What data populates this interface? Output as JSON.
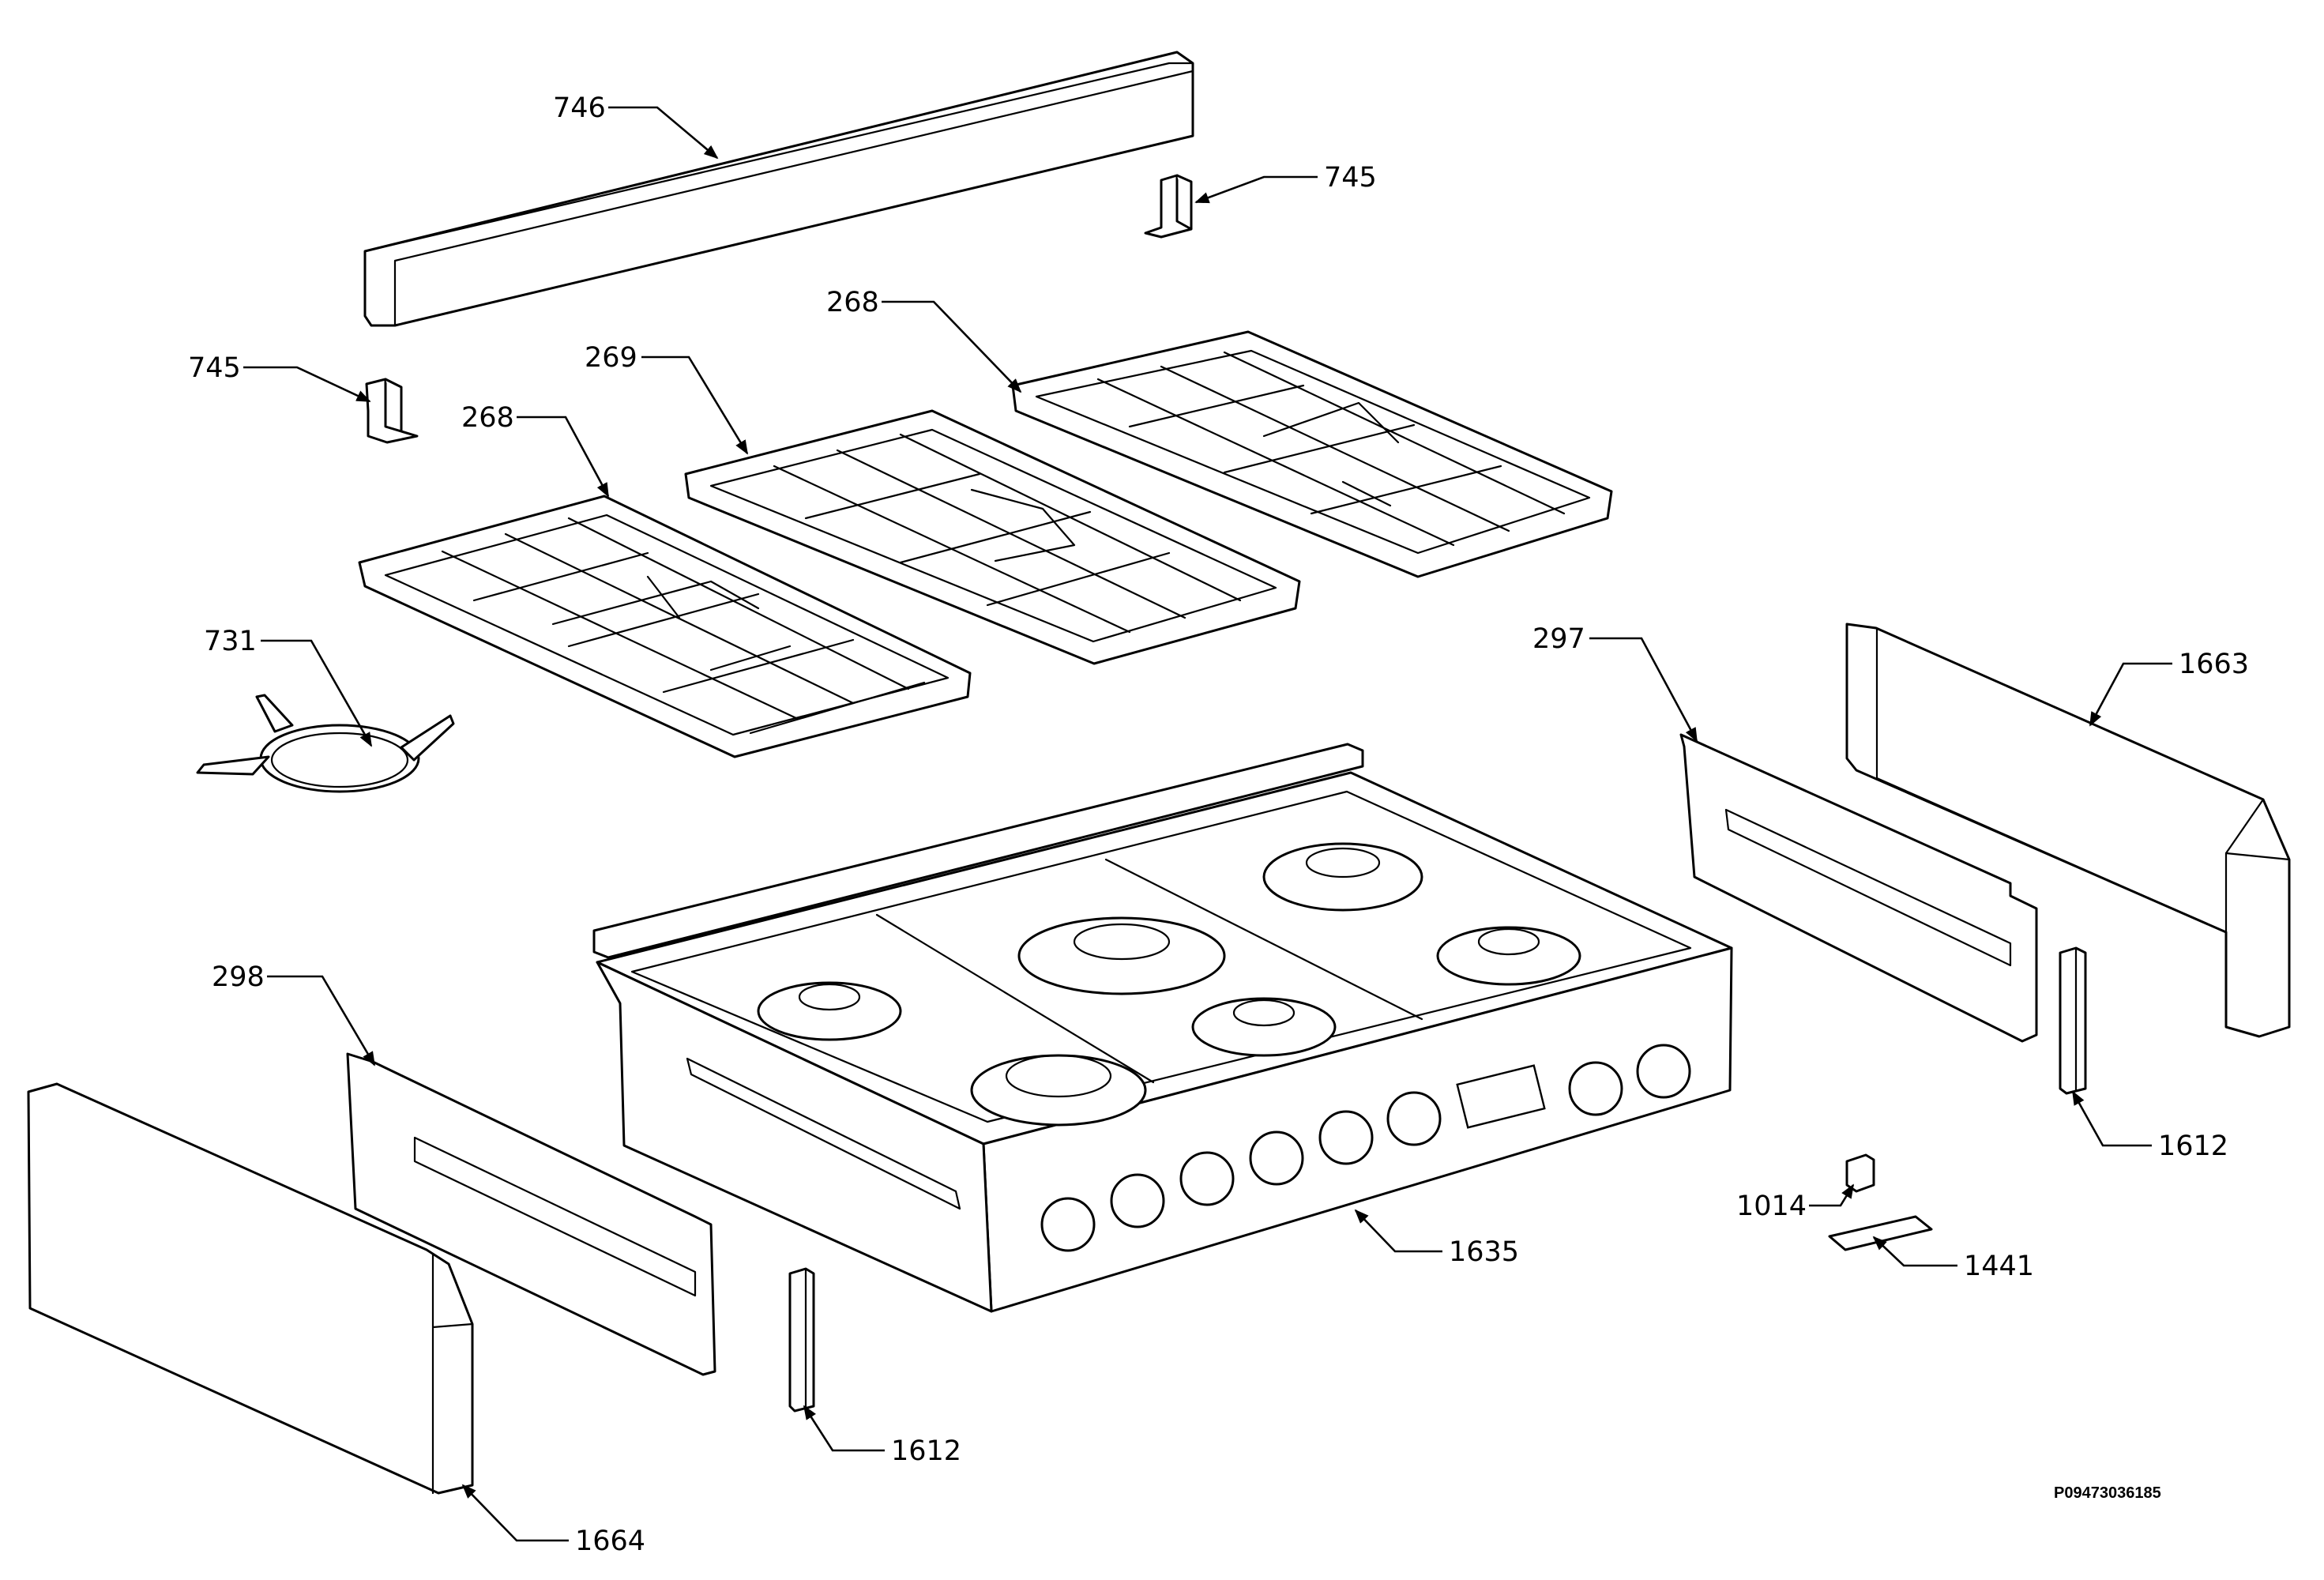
{
  "callouts": [
    {
      "id": "c746",
      "text": "746"
    },
    {
      "id": "c745a",
      "text": "745"
    },
    {
      "id": "c745b",
      "text": "745"
    },
    {
      "id": "c268a",
      "text": "268"
    },
    {
      "id": "c269",
      "text": "269"
    },
    {
      "id": "c268b",
      "text": "268"
    },
    {
      "id": "c731",
      "text": "731"
    },
    {
      "id": "c297",
      "text": "297"
    },
    {
      "id": "c1663",
      "text": "1663"
    },
    {
      "id": "c298",
      "text": "298"
    },
    {
      "id": "c1635",
      "text": "1635"
    },
    {
      "id": "c1612a",
      "text": "1612"
    },
    {
      "id": "c1612b",
      "text": "1612"
    },
    {
      "id": "c1014",
      "text": "1014"
    },
    {
      "id": "c1441",
      "text": "1441"
    },
    {
      "id": "c1664",
      "text": "1664"
    }
  ],
  "drawing_code": "P09473036185"
}
